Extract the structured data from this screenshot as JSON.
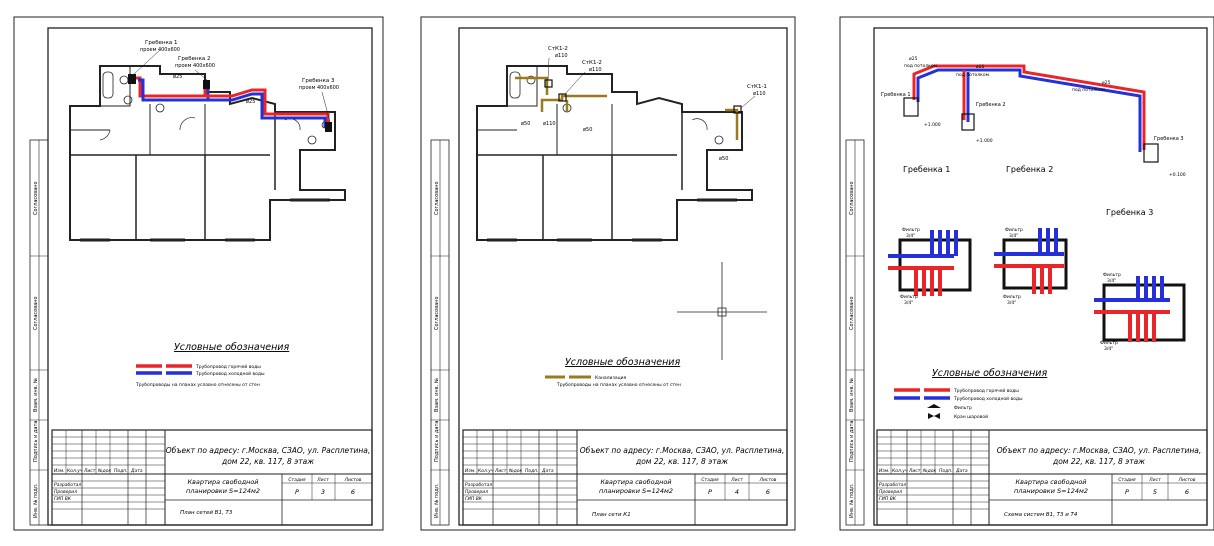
{
  "common": {
    "object_line1": "Объект по адресу: г.Москва, СЗАО, ул. Расплетина,",
    "object_line2": "дом 22, кв. 117, 8 этаж",
    "project_line1": "Квартира свободной",
    "project_line2": "планировки S=124м2",
    "stage_h": "Стадия",
    "sheet_h": "Лист",
    "sheets_h": "Листов",
    "stage": "Р",
    "sheets_total": "6",
    "col_izm": "Изм.",
    "col_kol": "Кол.уч",
    "col_list": "Лист",
    "col_doc": "№док",
    "col_sign": "Подп.",
    "col_date": "Дата",
    "dev": "Разработал",
    "check": "Проверил",
    "gip": "ГИП ВК",
    "side_1": "Инв. № подл.",
    "side_2": "Подпись и дата",
    "side_3": "Взам. инв. №",
    "side_4": "Согласовано",
    "side_5": "Согласовано"
  },
  "sheet1": {
    "legend_title": "Условные обозначения",
    "legend_hot": "Трубопровод горячей воды",
    "legend_cold": "Трубопровод холодной воды",
    "legend_note": "Трубопроводы на планах условно отнесены от стен",
    "manifold1": "Гребенка 1",
    "manifold1_loc": "проем 400x600",
    "manifold2": "Гребенка 2",
    "manifold2_loc": "проем 400x600",
    "manifold3": "Гребенка 3",
    "manifold3_loc": "проем 400x600",
    "d1": "ø25",
    "d2": "ø25",
    "sheet_no": "3",
    "sheet_title": "План сетей В1, Т3"
  },
  "sheet2": {
    "legend_title": "Условные обозначения",
    "legend_sewer": "Канализация",
    "legend_note": "Трубопроводы на планах условно отнесены от стен",
    "riser1": "СтК1-2",
    "riser1_d": "ø110",
    "riser2": "СтК1-2",
    "riser2_d": "ø110",
    "riser3": "СтК1-1",
    "riser3_d": "ø110",
    "p1": "ø50",
    "p2": "ø110",
    "p3": "ø50",
    "p4": "ø50",
    "sheet_no": "4",
    "sheet_title": "План сети К1"
  },
  "sheet3": {
    "manifold1": "Гребенка 1",
    "manifold2": "Гребенка 2",
    "manifold3": "Гребенка 3",
    "under_ceiling": "под потолком",
    "d25": "ø25",
    "lev1": "+1.000",
    "lev2": "+1.000",
    "lev3": "+0.100",
    "filter": "Фильтр",
    "filter_size": "3/4\"",
    "legend_title": "Условные обозначения",
    "legend_hot": "Трубопровод горячей воды",
    "legend_cold": "Трубопровод холодной воды",
    "legend_filter": "Фильтр",
    "legend_valve": "Кран шаровой",
    "sheet_no": "5",
    "sheet_title": "Схема систем В1, Т3 и Т4"
  },
  "colors": {
    "hot": "#e8262a",
    "cold": "#2630d8",
    "sewer": "#9a7a1c",
    "line": "#1a1a1a"
  }
}
